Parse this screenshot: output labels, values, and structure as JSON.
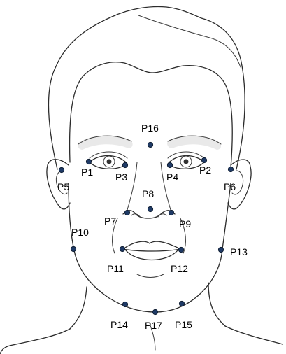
{
  "dot_color": "#1f3a66",
  "line_color": "#2b2b2b",
  "landmarks": [
    {
      "id": "P1",
      "label": "P1"
    },
    {
      "id": "P2",
      "label": "P2"
    },
    {
      "id": "P3",
      "label": "P3"
    },
    {
      "id": "P4",
      "label": "P4"
    },
    {
      "id": "P5",
      "label": "P5"
    },
    {
      "id": "P6",
      "label": "P6"
    },
    {
      "id": "P7",
      "label": "P7"
    },
    {
      "id": "P8",
      "label": "P8"
    },
    {
      "id": "P9",
      "label": "P9"
    },
    {
      "id": "P10",
      "label": "P10"
    },
    {
      "id": "P11",
      "label": "P11"
    },
    {
      "id": "P12",
      "label": "P12"
    },
    {
      "id": "P13",
      "label": "P13"
    },
    {
      "id": "P14",
      "label": "P14"
    },
    {
      "id": "P15",
      "label": "P15"
    },
    {
      "id": "P16",
      "label": "P16"
    },
    {
      "id": "P17",
      "label": "P17"
    }
  ]
}
